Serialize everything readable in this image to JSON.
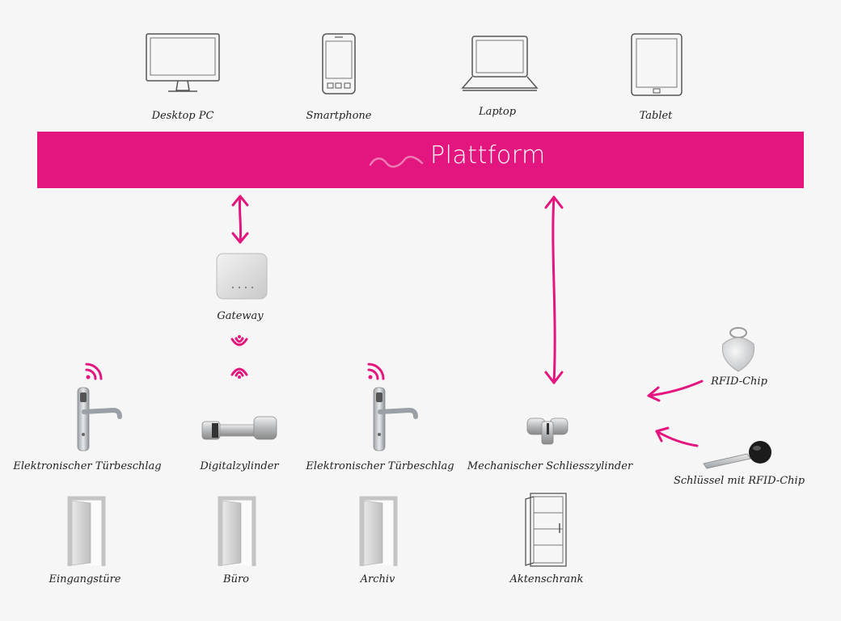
{
  "colors": {
    "accent": "#e3157e",
    "background": "#f6f6f6"
  },
  "platform": {
    "title": "Plattform",
    "logo": "logo-icon"
  },
  "devices": [
    {
      "label": "Desktop PC",
      "icon": "desktop-icon"
    },
    {
      "label": "Smartphone",
      "icon": "smartphone-icon"
    },
    {
      "label": "Laptop",
      "icon": "laptop-icon"
    },
    {
      "label": "Tablet",
      "icon": "tablet-icon"
    }
  ],
  "gateway": {
    "label": "Gateway"
  },
  "locks": [
    {
      "label": "Elektronischer Türbeschlag"
    },
    {
      "label": "Digitalzylinder"
    },
    {
      "label": "Elektronischer Türbeschlag"
    },
    {
      "label": "Mechanischer Schliesszylinder"
    }
  ],
  "doors": [
    {
      "label": "Eingangstüre"
    },
    {
      "label": "Büro"
    },
    {
      "label": "Archiv"
    },
    {
      "label": "Aktenschrank"
    }
  ],
  "keys": [
    {
      "label": "RFID-Chip"
    },
    {
      "label": "Schlüssel mit RFID-Chip"
    }
  ]
}
